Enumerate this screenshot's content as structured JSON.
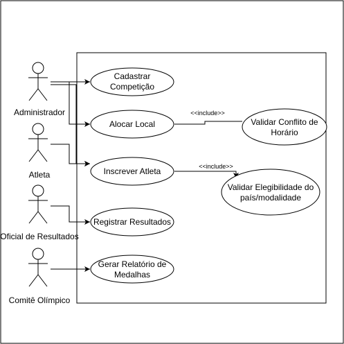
{
  "actors": [
    {
      "id": "admin",
      "name": "Administrador"
    },
    {
      "id": "atleta",
      "name": "Atleta"
    },
    {
      "id": "oficial",
      "name": "Oficial de Resultados"
    },
    {
      "id": "comite",
      "name": "Comitê Olímpico"
    }
  ],
  "use_cases": {
    "cadastrar": {
      "line1": "Cadastrar",
      "line2": "Competição"
    },
    "alocar": {
      "line1": "Alocar Local"
    },
    "inscrever": {
      "line1": "Inscrever Atleta"
    },
    "registrar": {
      "line1": "Registrar Resultados"
    },
    "gerar": {
      "line1": "Gerar Relatório de",
      "line2": "Medalhas"
    },
    "conflito": {
      "line1": "Validar Conflito de",
      "line2": "Horário"
    },
    "elegibilidade": {
      "line1": "Validar Elegibilidade do",
      "line2": "país/modalidade"
    }
  },
  "relations": {
    "include_1": "<<include>>",
    "include_2": "<<include>>"
  }
}
